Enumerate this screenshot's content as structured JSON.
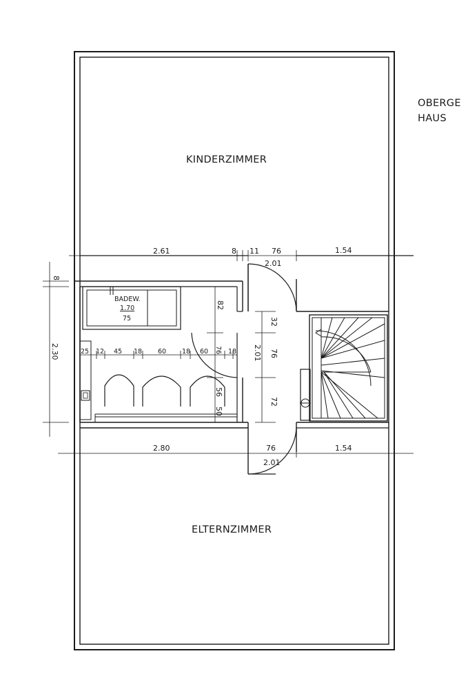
{
  "title": {
    "line1": "OBERGE",
    "line2": "HAUS"
  },
  "rooms": {
    "kinder": "KINDERZIMMER",
    "eltern": "ELTERNZIMMER"
  },
  "tub": {
    "label": "BADEW.",
    "length": "1.70",
    "width": "75"
  },
  "dims_top": {
    "a": "2.61",
    "b": "8",
    "c": "11",
    "d": "76",
    "e": "2.01",
    "f": "1.54"
  },
  "dims_bottom": {
    "a": "2.80",
    "b": "76",
    "c": "2.01",
    "d": "1.54"
  },
  "dims_left": {
    "height": "2.30",
    "wall": "8"
  },
  "dims_bath_row": {
    "a": "25",
    "b": "12",
    "c": "45",
    "d": "18",
    "e": "60",
    "f": "18",
    "g": "60",
    "h": "76",
    "i": "18"
  },
  "dims_mid_vertical": {
    "a": "82",
    "b": "32",
    "c": "2.01",
    "d": "76",
    "e": "72",
    "f": "56",
    "g": "50"
  }
}
